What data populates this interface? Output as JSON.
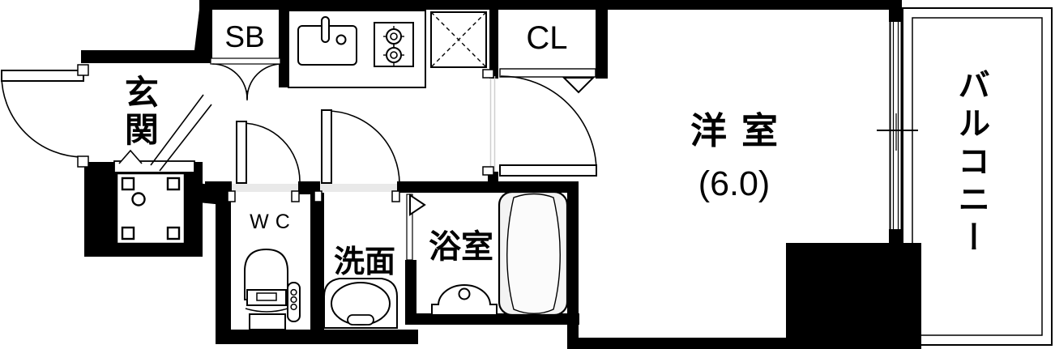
{
  "rooms": {
    "entrance": {
      "label": "玄関"
    },
    "shoe_box": {
      "label": "SB"
    },
    "closet": {
      "label": "CL"
    },
    "toilet": {
      "label": "WC"
    },
    "washroom": {
      "label": "洗面"
    },
    "bathroom": {
      "label": "浴室"
    },
    "western_room": {
      "label": "洋室",
      "size": "(6.0)"
    },
    "balcony": {
      "label": "バルコニー"
    }
  },
  "fixtures": [
    {
      "name": "entrance-door-swing"
    },
    {
      "name": "shoe-cabinet-double-doors"
    },
    {
      "name": "kitchen-sink"
    },
    {
      "name": "gas-stove-two-burner"
    },
    {
      "name": "refrigerator-space-x-box"
    },
    {
      "name": "closet-folding-door-mark"
    },
    {
      "name": "toilet"
    },
    {
      "name": "wash-basin"
    },
    {
      "name": "bathtub"
    },
    {
      "name": "bath-counter"
    },
    {
      "name": "bath-folding-door-mark"
    },
    {
      "name": "sliding-window"
    },
    {
      "name": "elevator-shaft"
    },
    {
      "name": "entrance-step-mark"
    }
  ],
  "colors": {
    "wall": "#000000",
    "floor": "#ffffff",
    "bathtub_fill": "#f3f3f3",
    "threshold": "#e9e9e9",
    "label_text": "#000000"
  }
}
